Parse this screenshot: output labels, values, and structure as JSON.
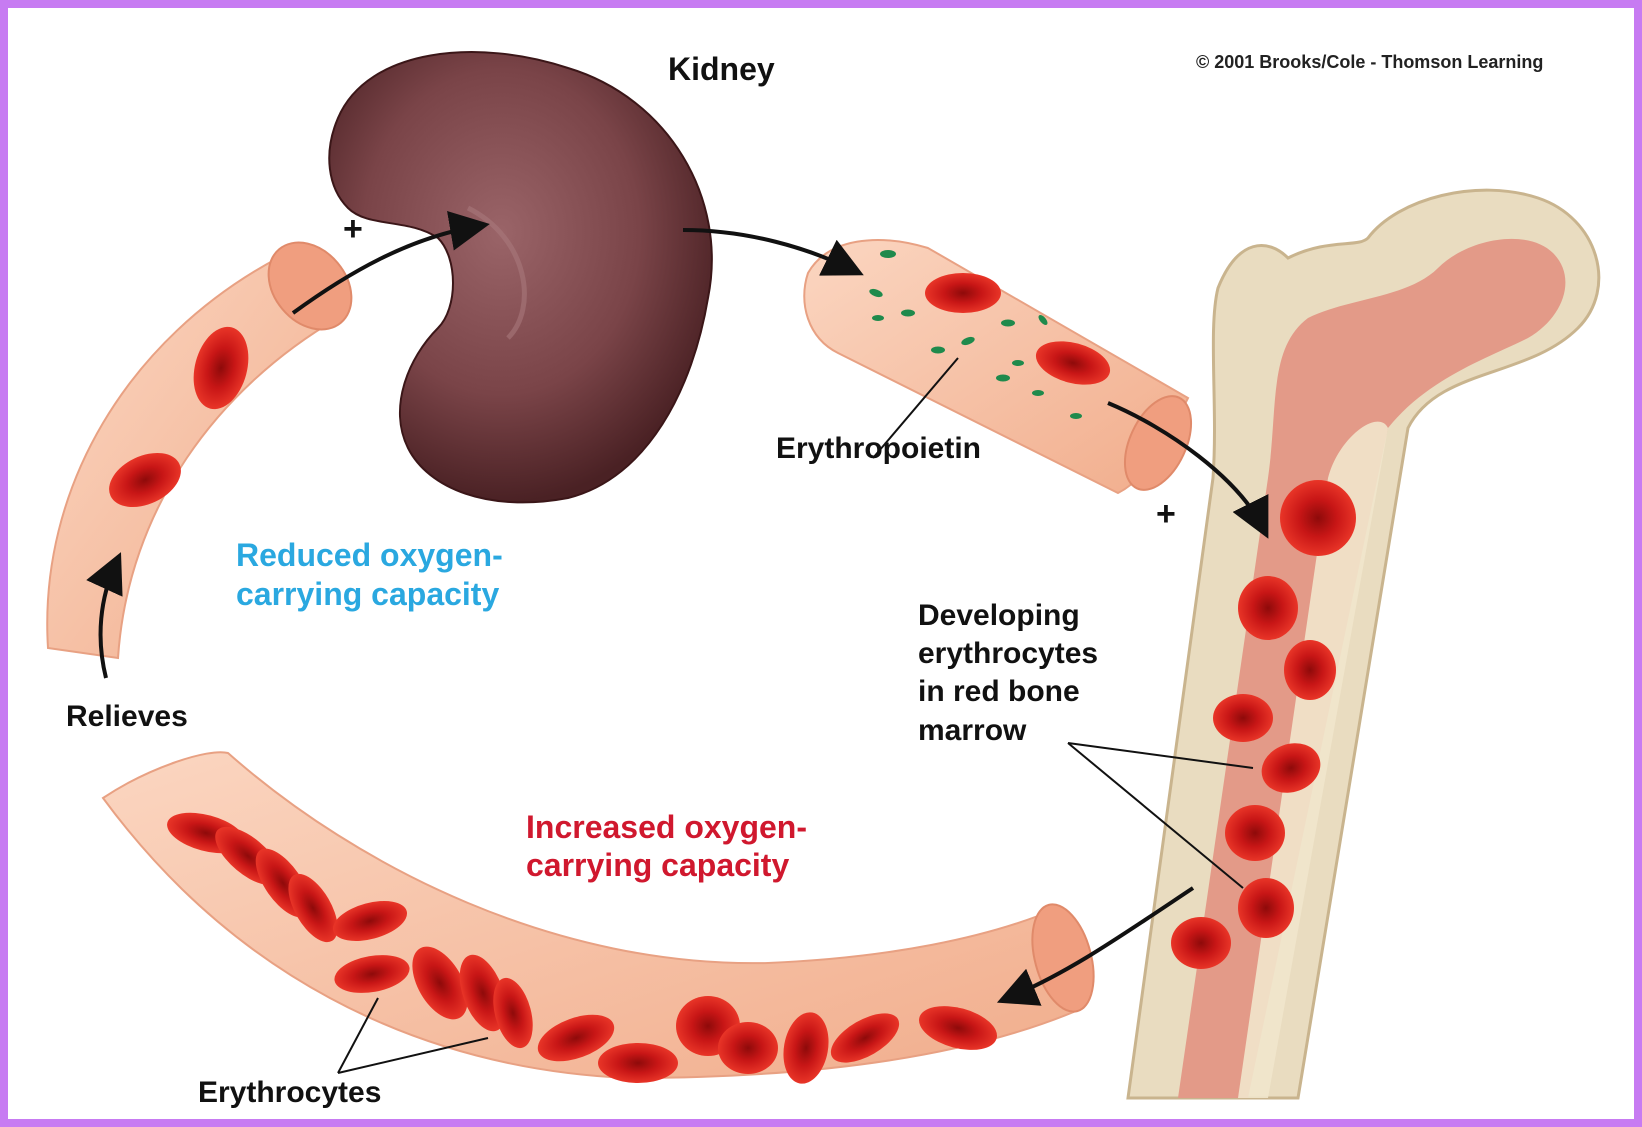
{
  "copyright": "© 2001 Brooks/Cole - Thomson Learning",
  "labels": {
    "kidney": "Kidney",
    "erythropoietin": "Erythropoietin",
    "plus_kidney": "+",
    "plus_bone": "+",
    "reduced_line1": "Reduced oxygen-",
    "reduced_line2": "carrying capacity",
    "increased_line1": "Increased oxygen-",
    "increased_line2": "carrying capacity",
    "relieves": "Relieves",
    "developing_line1": "Developing",
    "developing_line2": "erythrocytes",
    "developing_line3": "in red bone",
    "developing_line4": "marrow",
    "erythrocytes": "Erythrocytes"
  },
  "colors": {
    "frame_border": "#c77bf2",
    "vessel": "#f7c2a6",
    "vessel_dark": "#ec9f7f",
    "kidney": "#6e3a3e",
    "rbc": "#d31f1f",
    "rbc_center": "#a00d0d",
    "epo_dot": "#1f8a4c",
    "bone": "#e9dcc0",
    "marrow": "#e39a88",
    "reduced_text": "#2aa8e0",
    "increased_text": "#d0182e"
  }
}
